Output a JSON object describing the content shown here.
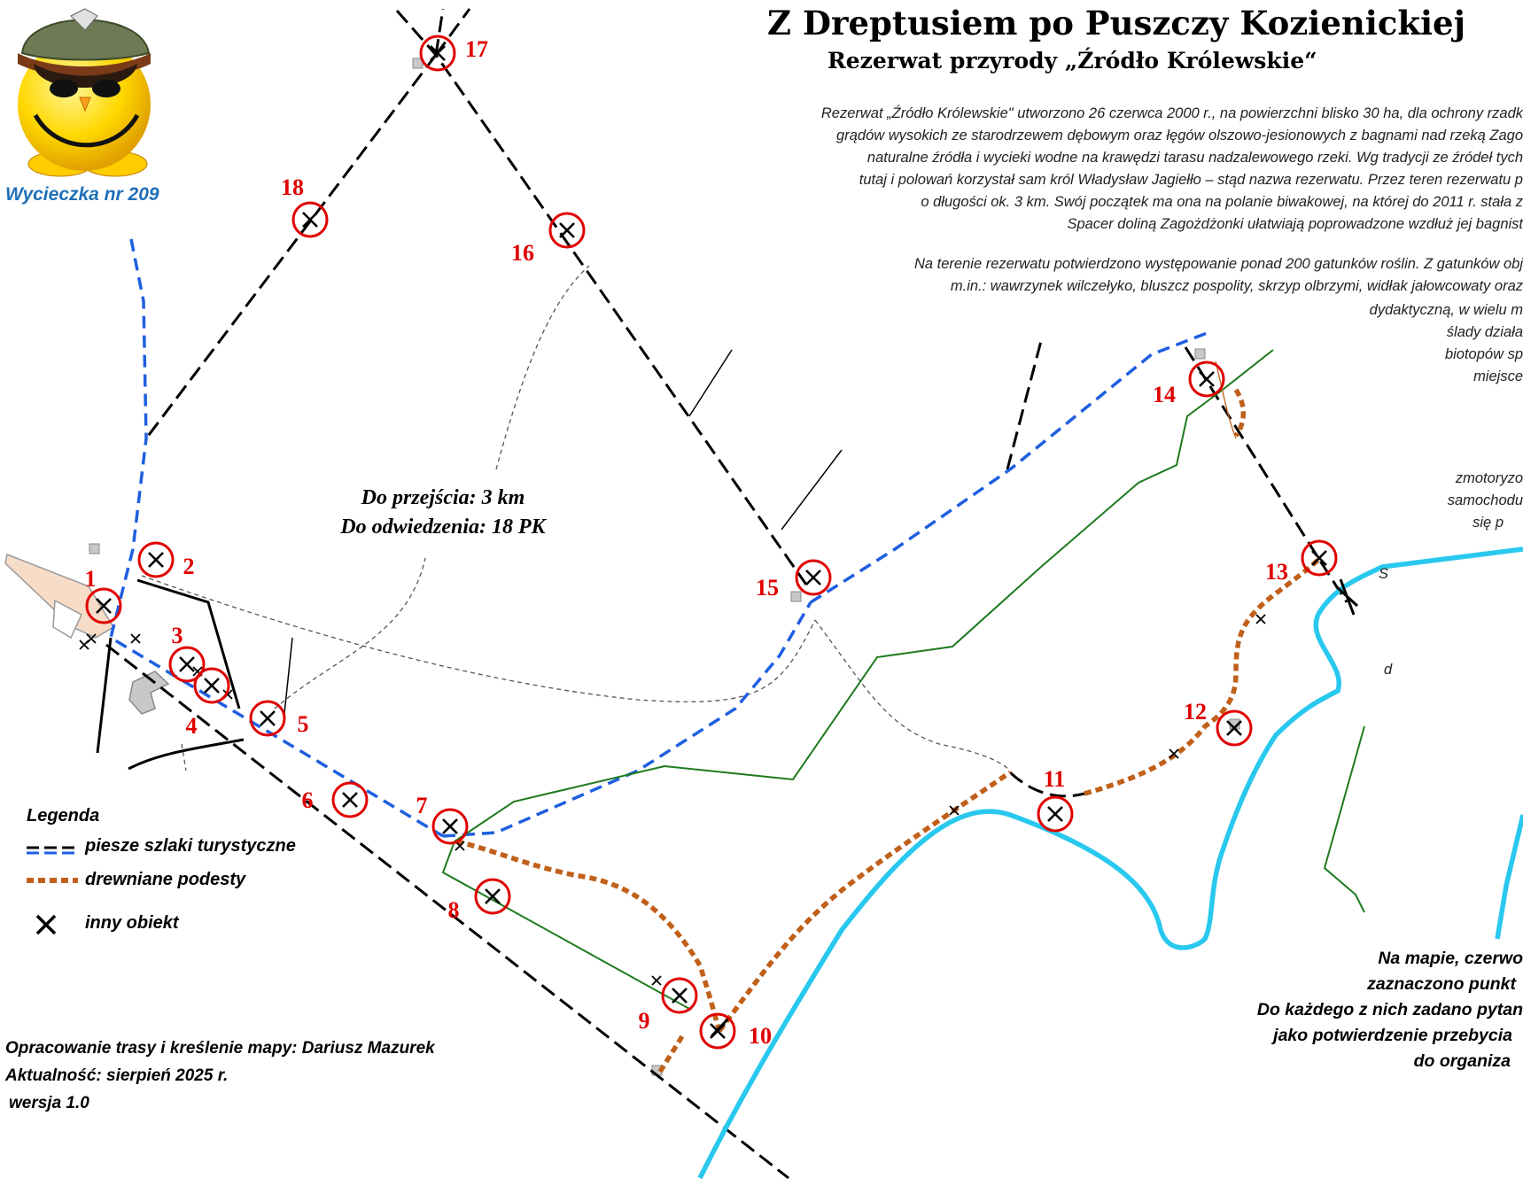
{
  "title": "Z Dreptusiem po Puszczy Kozienickiej",
  "subtitle": "Rezerwat przyrody „Źródło Królewskie“",
  "trip_label": "Wycieczka nr 209",
  "description_lines": [
    "Rezerwat „Źródło Królewskie\" utworzono 26 czerwca 2000 r., na powierzchni blisko 30 ha, dla ochrony rzadk",
    "grądów wysokich ze starodrzewem dębowym oraz łęgów olszowo-jesionowych z bagnami nad rzeką Zago",
    "naturalne źródła i wycieki wodne na krawędzi tarasu nadzalewowego rzeki. Wg tradycji ze źródeł tych",
    "tutaj i polowań korzystał sam król Władysław Jagiełło – stąd nazwa rezerwatu. Przez teren rezerwatu p",
    "o długości ok. 3 km. Swój początek ma ona na polanie biwakowej, na której do 2011 r. stała z",
    "Spacer doliną Zagożdżonki ułatwiają poprowadzone wzdłuż jej bagnist"
  ],
  "description_lines_2": [
    "Na terenie rezerwatu potwierdzono występowanie ponad 200 gatunków roślin. Z gatunków obj",
    "m.in.: wawrzynek wilczełyko, bluszcz pospolity, skrzyp olbrzymi, widłak jałowcowaty oraz",
    "dydaktyczną, w wielu m",
    "ślady działa",
    "biotopów sp",
    "miejsce"
  ],
  "description_lines_3": [
    "zmotoryzo",
    "samochodu",
    "się p",
    "S",
    "d"
  ],
  "summary": {
    "distance": "Do przejścia: 3 km",
    "points": "Do odwiedzenia: 18 PK"
  },
  "legend": {
    "title": "Legenda",
    "trails": "piesze szlaki turystyczne",
    "boardwalks": "drewniane podesty",
    "other": "inny obiekt"
  },
  "credits": {
    "line1": "Opracowanie trasy i kreślenie mapy: Dariusz Mazurek",
    "line2": "Aktualność: sierpień  2025 r.",
    "line3": "wersja 1.0"
  },
  "bottom_note": [
    "Na mapie, czerwo",
    "zaznaczono punkt",
    "Do każdego z nich zadano pytan",
    "jako potwierdzenie przebycia",
    "do organiza"
  ],
  "colors": {
    "black_trail": "#000000",
    "blue_trail": "#1f5fe0",
    "boardwalk": "#c0601a",
    "river": "#29c8ee",
    "forest_line": "#1e7a1e",
    "checkpoint": "#e00000",
    "path": "#555555"
  },
  "checkpoints": [
    {
      "n": "1"
    },
    {
      "n": "2"
    },
    {
      "n": "3"
    },
    {
      "n": "4"
    },
    {
      "n": "5"
    },
    {
      "n": "6"
    },
    {
      "n": "7"
    },
    {
      "n": "8"
    },
    {
      "n": "9"
    },
    {
      "n": "10"
    },
    {
      "n": "11"
    },
    {
      "n": "12"
    },
    {
      "n": "13"
    },
    {
      "n": "14"
    },
    {
      "n": "15"
    },
    {
      "n": "16"
    },
    {
      "n": "17"
    },
    {
      "n": "18"
    }
  ]
}
